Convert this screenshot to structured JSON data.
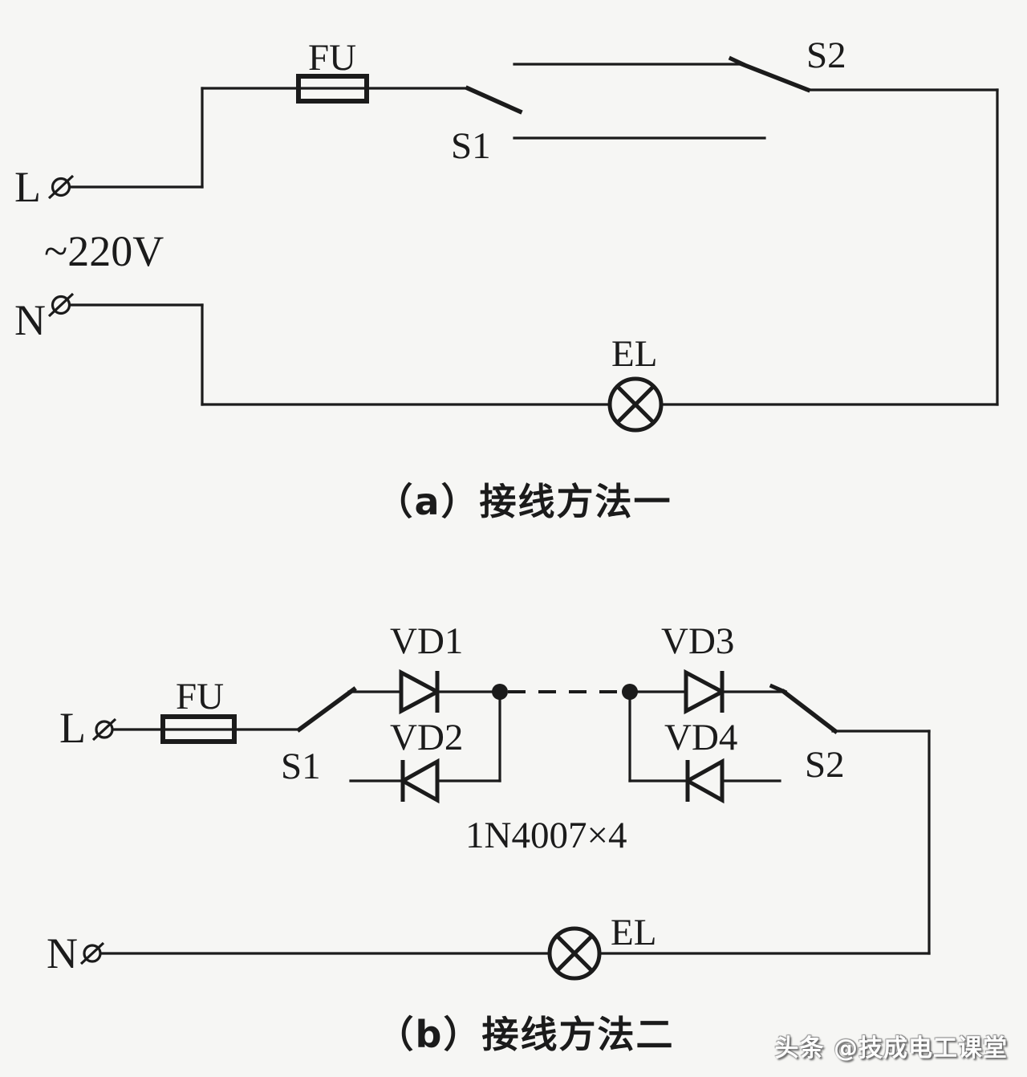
{
  "colors": {
    "background": "#f6f6f4",
    "ink": "#1b1b1b"
  },
  "circuit_a": {
    "caption": "（a）接线方法一",
    "source": {
      "live": "L",
      "neutral": "N",
      "voltage": "~220V"
    },
    "fuse": "FU",
    "switch1": "S1",
    "switch2": "S2",
    "lamp": "EL"
  },
  "circuit_b": {
    "caption": "（b）接线方法二",
    "source": {
      "live": "L",
      "neutral": "N"
    },
    "fuse": "FU",
    "switch1": "S1",
    "switch2": "S2",
    "lamp": "EL",
    "diodes": {
      "vd1": "VD1",
      "vd2": "VD2",
      "vd3": "VD3",
      "vd4": "VD4",
      "part_note": "1N4007×4"
    }
  },
  "watermark": {
    "text": "头条 @技成电工课堂"
  }
}
